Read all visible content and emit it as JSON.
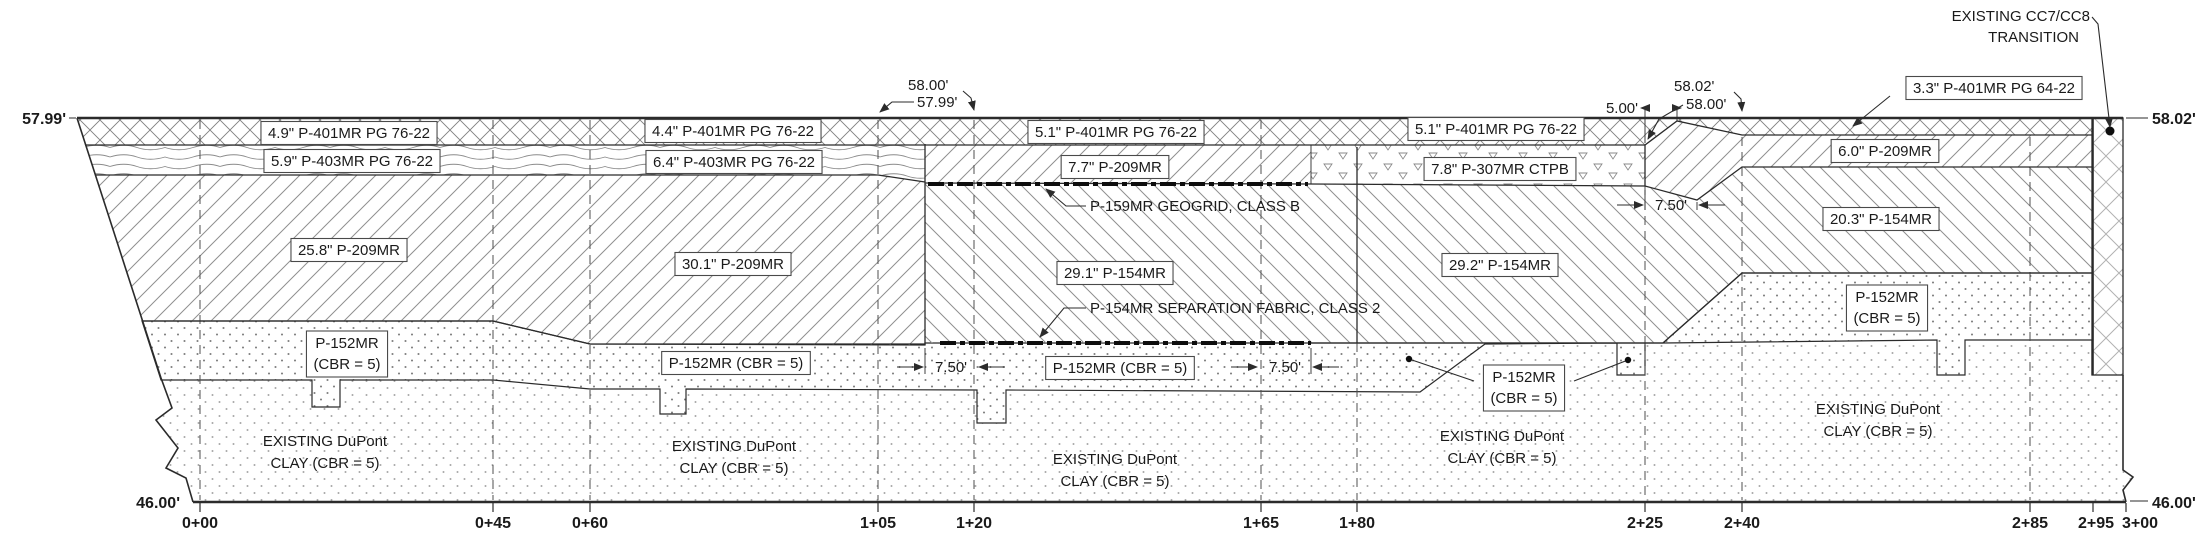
{
  "drawing": {
    "elevation_labels": {
      "top_left": "57.99'",
      "top_right": "58.02'",
      "bottom_left": "46.00'",
      "bottom_right": "46.00'"
    },
    "surface_callouts": {
      "mid_upper": "58.00'",
      "mid_lower": "57.99'",
      "right_upper": "58.02'",
      "right_lower": "58.00'"
    },
    "dimension_labels": {
      "offset_5ft": "5.00'",
      "offset_7_5ft": "7.50'"
    },
    "stations": [
      "0+00",
      "0+45",
      "0+60",
      "1+05",
      "1+20",
      "1+65",
      "1+80",
      "2+25",
      "2+40",
      "2+85",
      "2+95",
      "3+00"
    ],
    "pavement_labels": {
      "p401_1": "4.9\" P-401MR PG 76-22",
      "p403_1": "5.9\" P-403MR PG 76-22",
      "p401_2": "4.4\" P-401MR PG 76-22",
      "p403_2": "6.4\" P-403MR PG 76-22",
      "p401_3": "5.1\" P-401MR PG 76-22",
      "p209_thin": "7.7\" P-209MR",
      "p401_4": "5.1\" P-401MR PG 76-22",
      "p307": "7.8\" P-307MR CTPB",
      "p401_5": "3.3\" P-401MR PG 64-22",
      "p209_right": "6.0\" P-209MR",
      "p209_1": "25.8\" P-209MR",
      "p209_2": "30.1\" P-209MR",
      "p154_1": "29.1\" P-154MR",
      "p154_2": "29.2\" P-154MR",
      "p154_3": "20.3\" P-154MR",
      "p152_inline": "P-152MR (CBR = 5)",
      "p152_line1": "P-152MR",
      "p152_line2": "(CBR = 5)"
    },
    "callouts": {
      "geogrid": "P-159MR GEOGRID, CLASS B",
      "fabric": "P-154MR SEPARATION FABRIC, CLASS 2",
      "cc_transition_line1": "EXISTING CC7/CC8",
      "cc_transition_line2": "TRANSITION"
    },
    "subgrade_labels": {
      "clay_line1": "EXISTING DuPont",
      "clay_line2": "CLAY (CBR = 5)"
    },
    "colors": {
      "line": "#2b2b2b",
      "hatch": "#8c8c8c",
      "background": "#ffffff"
    }
  }
}
